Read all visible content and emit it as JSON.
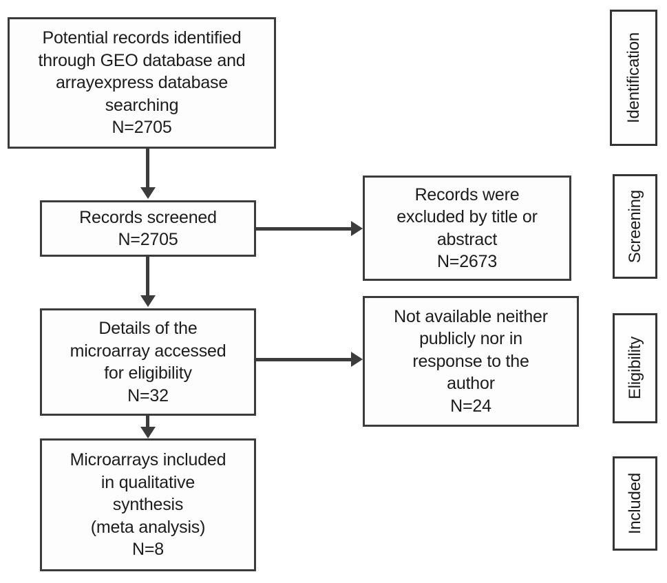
{
  "diagram": {
    "type": "prisma-flow-diagram",
    "title": "",
    "nodes": [
      {
        "id": "identified",
        "text": "Potential records identified\nthrough GEO database and\narrayexpress database\nsearching\nN=2705",
        "count": 2705,
        "stage": "Identification"
      },
      {
        "id": "screened",
        "text": "Records screened\nN=2705",
        "count": 2705,
        "stage": "Screening"
      },
      {
        "id": "excluded-title",
        "text": "Records were\nexcluded by title or\nabstract\nN=2673",
        "count": 2673,
        "stage": "Screening"
      },
      {
        "id": "eligible",
        "text": "Details of the\nmicroarray accessed\nfor eligibility\nN=32",
        "count": 32,
        "stage": "Eligibility"
      },
      {
        "id": "excluded-avail",
        "text": "Not available neither\npublicly nor in\nresponse to the\nauthor\nN=24",
        "count": 24,
        "stage": "Eligibility"
      },
      {
        "id": "included",
        "text": "Microarrays included\nin qualitative\nsynthesis\n(meta analysis)\nN=8",
        "count": 8,
        "stage": "Included"
      }
    ],
    "stages": [
      {
        "id": "identification",
        "label": "Identification"
      },
      {
        "id": "screening",
        "label": "Screening"
      },
      {
        "id": "eligibility",
        "label": "Eligibility"
      },
      {
        "id": "included",
        "label": "Included"
      }
    ],
    "connectors": [
      {
        "id": "identified-to-screened",
        "from": "identified",
        "to": "screened",
        "direction": "down"
      },
      {
        "id": "screened-to-eligible",
        "from": "screened",
        "to": "eligible",
        "direction": "down"
      },
      {
        "id": "eligible-to-included",
        "from": "eligible",
        "to": "included",
        "direction": "down"
      },
      {
        "id": "screened-to-excluded",
        "from": "screened",
        "to": "excluded-title",
        "direction": "right"
      },
      {
        "id": "eligible-to-unavailable",
        "from": "eligible",
        "to": "excluded-avail",
        "direction": "right"
      }
    ],
    "colors": {
      "background": "#ffffff",
      "box_border": "#3b3b3b",
      "box_fill": "#fdfdfd",
      "text": "#1c1c1c",
      "connector": "#3c3c3c"
    }
  }
}
